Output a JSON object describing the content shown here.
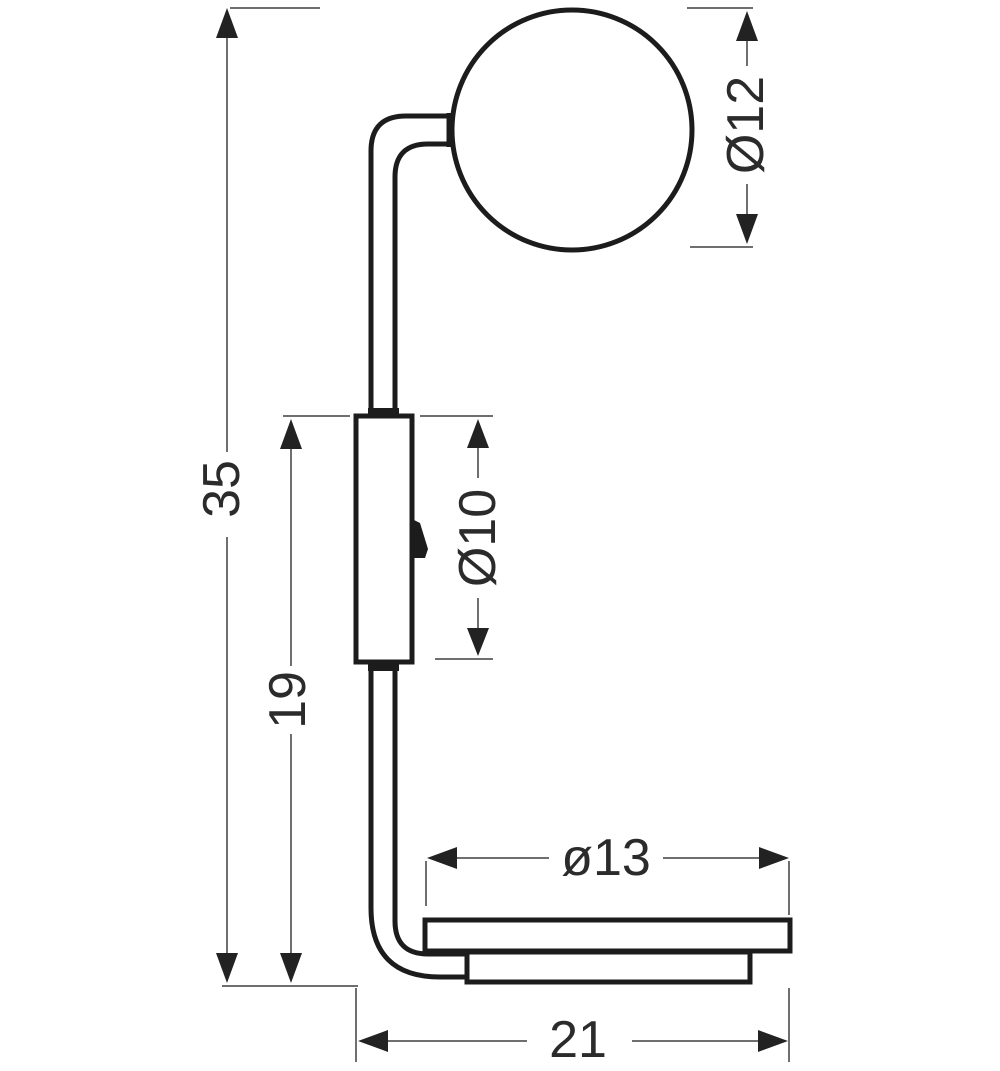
{
  "drawing": {
    "title": "lamp technical dimension drawing",
    "colors": {
      "background": "#ffffff",
      "outline": "#1c1c1c",
      "dimension_line": "#6f6f6f",
      "arrow": "#222222",
      "text": "#2b2b2b"
    },
    "dimensions": {
      "total_height": {
        "label": "35"
      },
      "lower_height": {
        "label": "19"
      },
      "globe_diameter": {
        "label": "Ø12"
      },
      "body_diameter": {
        "label": "Ø10"
      },
      "plate_diameter": {
        "label": "ø13"
      },
      "base_width": {
        "label": "21"
      }
    }
  }
}
